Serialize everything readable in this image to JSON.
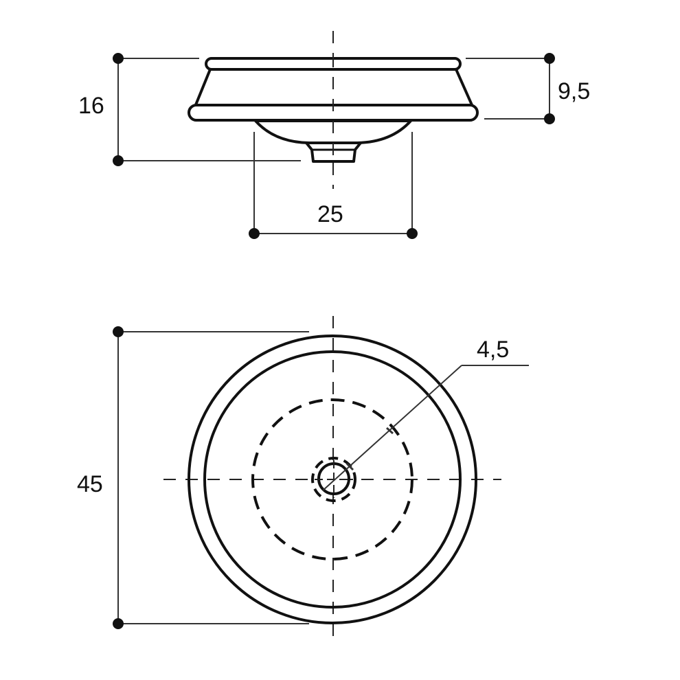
{
  "drawing": {
    "type": "technical-drawing",
    "subject": "round knob / drawer pull",
    "units": "mm",
    "line_color": "#111111",
    "background": "#ffffff"
  },
  "side_view": {
    "dimensions": {
      "total_height": "16",
      "head_height": "9,5",
      "base_diameter": "25"
    }
  },
  "top_view": {
    "dimensions": {
      "outer_diameter": "45",
      "hole_diameter": "4,5"
    }
  }
}
